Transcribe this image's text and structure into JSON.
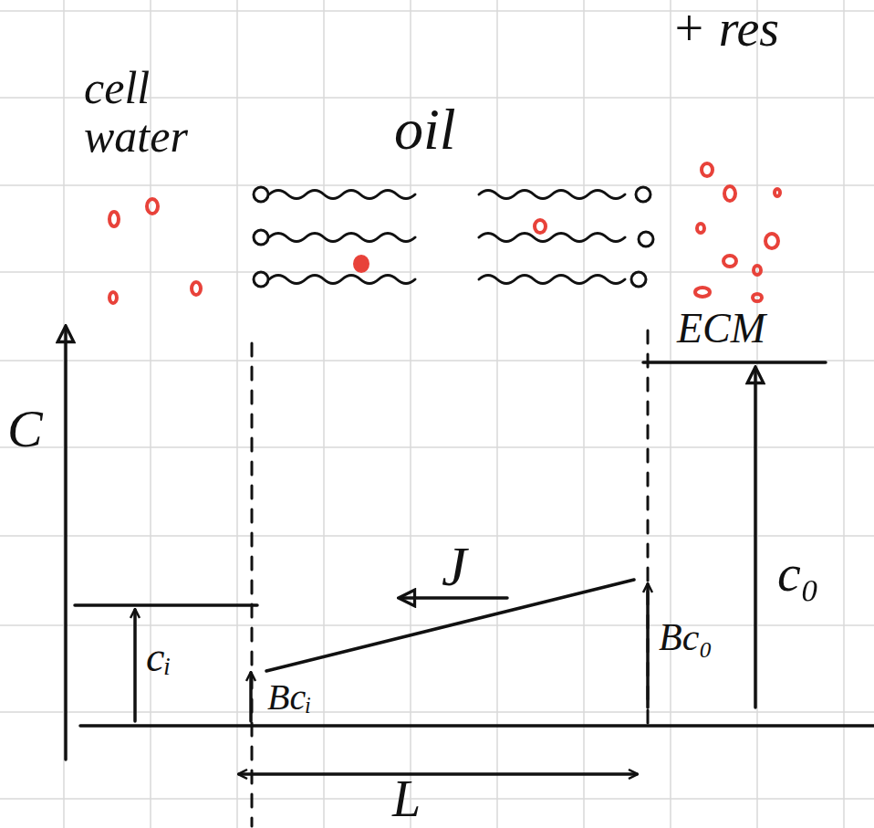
{
  "diagram": {
    "labels": [
      "cell water",
      "oil",
      "+ res",
      "ECM",
      "C",
      "J",
      "c₀",
      "Bc₀",
      "cᵢ",
      "Bcᵢ",
      "L"
    ]
  }
}
